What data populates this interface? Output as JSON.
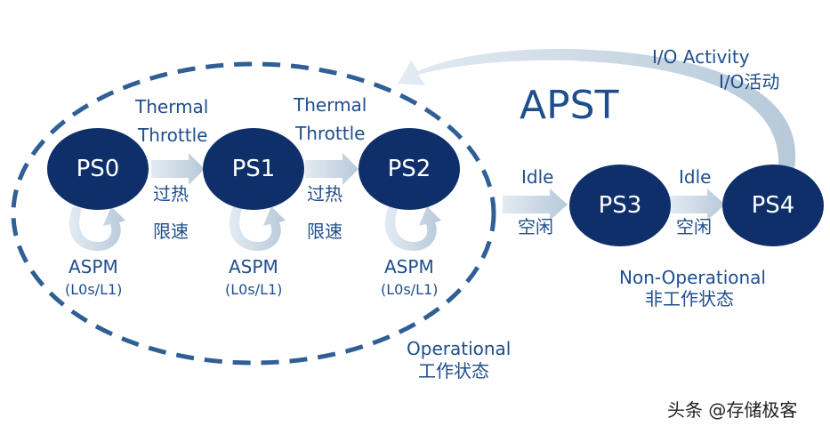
{
  "title": "APST",
  "states": {
    "ps0": "PS0",
    "ps1": "PS1",
    "ps2": "PS2",
    "ps3": "PS3",
    "ps4": "PS4"
  },
  "transitions": {
    "t01_en_1": "Thermal",
    "t01_en_2": "Throttle",
    "t01_zh_1": "过热",
    "t01_zh_2": "限速",
    "t12_en_1": "Thermal",
    "t12_en_2": "Throttle",
    "t12_zh_1": "过热",
    "t12_zh_2": "限速",
    "t23_en": "Idle",
    "t23_zh": "空闲",
    "t34_en": "Idle",
    "t34_zh": "空闲",
    "t40_en": "I/O Activity",
    "t40_zh": "I/O活动"
  },
  "aspm": {
    "ps0_main": "ASPM",
    "ps0_sub": "(L0s/L1)",
    "ps1_main": "ASPM",
    "ps1_sub": "(L0s/L1)",
    "ps2_main": "ASPM",
    "ps2_sub": "(L0s/L1)"
  },
  "groups": {
    "operational_en": "Operational",
    "operational_zh": "工作状态",
    "nonop_en": "Non-Operational",
    "nonop_zh": "非工作状态"
  },
  "watermark": "头条 @存储极客",
  "colors": {
    "node": "#0f2f6b",
    "text": "#1f4e8c",
    "arrow": "#c7d6e3",
    "dashed": "#2f5f95"
  }
}
